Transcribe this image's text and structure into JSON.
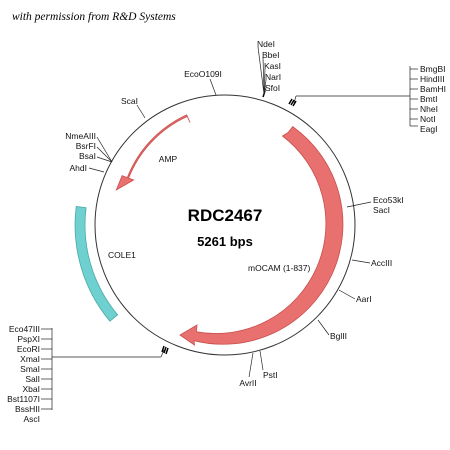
{
  "credit": "with permission from R&D Systems",
  "plasmid": {
    "name": "RDC2467",
    "size": "5261 bps"
  },
  "features": [
    {
      "name": "AMP",
      "color": "#e8706e"
    },
    {
      "name": "COLE1",
      "color": "#6fd0d0"
    },
    {
      "name": "mOCAM (1-837)",
      "color": "#e8706e"
    }
  ],
  "sites": {
    "top_cluster": [
      "NdeI",
      "BbeI",
      "KasI",
      "NarI",
      "SfoI"
    ],
    "EcoO109I": "EcoO109I",
    "ScaI": "ScaI",
    "left_cluster": [
      "NmeAIII",
      "BsrFI",
      "BsaI"
    ],
    "AhdI": "AhdI",
    "right_cluster": [
      "BmgBI",
      "HindIII",
      "BamHI",
      "BmtI",
      "NheI",
      "NotI",
      "EagI"
    ],
    "Eco53kI_group": [
      "Eco53kI",
      "SacI"
    ],
    "AccIII": "AccIII",
    "AarI": "AarI",
    "BglII": "BglII",
    "PstI": "PstI",
    "AvrII": "AvrII",
    "bottom_left_cluster": [
      "Eco47III",
      "PspXI",
      "EcoRI",
      "XmaI",
      "SmaI",
      "SalI",
      "XbaI",
      "Bst1107I",
      "BssHII",
      "AscI"
    ]
  }
}
